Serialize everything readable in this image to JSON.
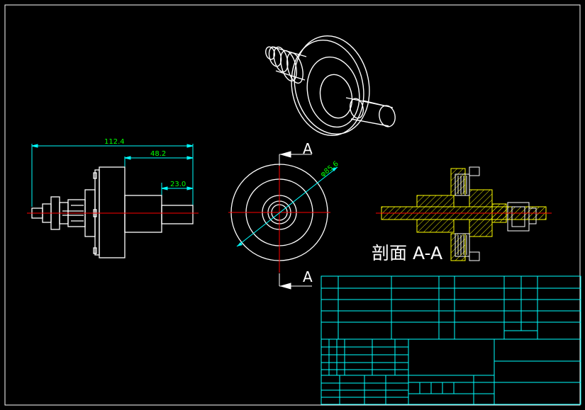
{
  "colors": {
    "background": "#000000",
    "outline": "#ffffff",
    "dimension": "#00ffff",
    "dimension_text": "#00ff00",
    "centerline": "#ff0000",
    "hatch": "#ffff00",
    "table": "#00ffff"
  },
  "dimensions": {
    "overall_length": "112.4",
    "flange_to_end": "48.2",
    "shaft_end": "23.0",
    "diameter": "φ85.6"
  },
  "section": {
    "label": "剖面 A-A",
    "view_mark_top": "A",
    "view_mark_bottom": "A"
  }
}
